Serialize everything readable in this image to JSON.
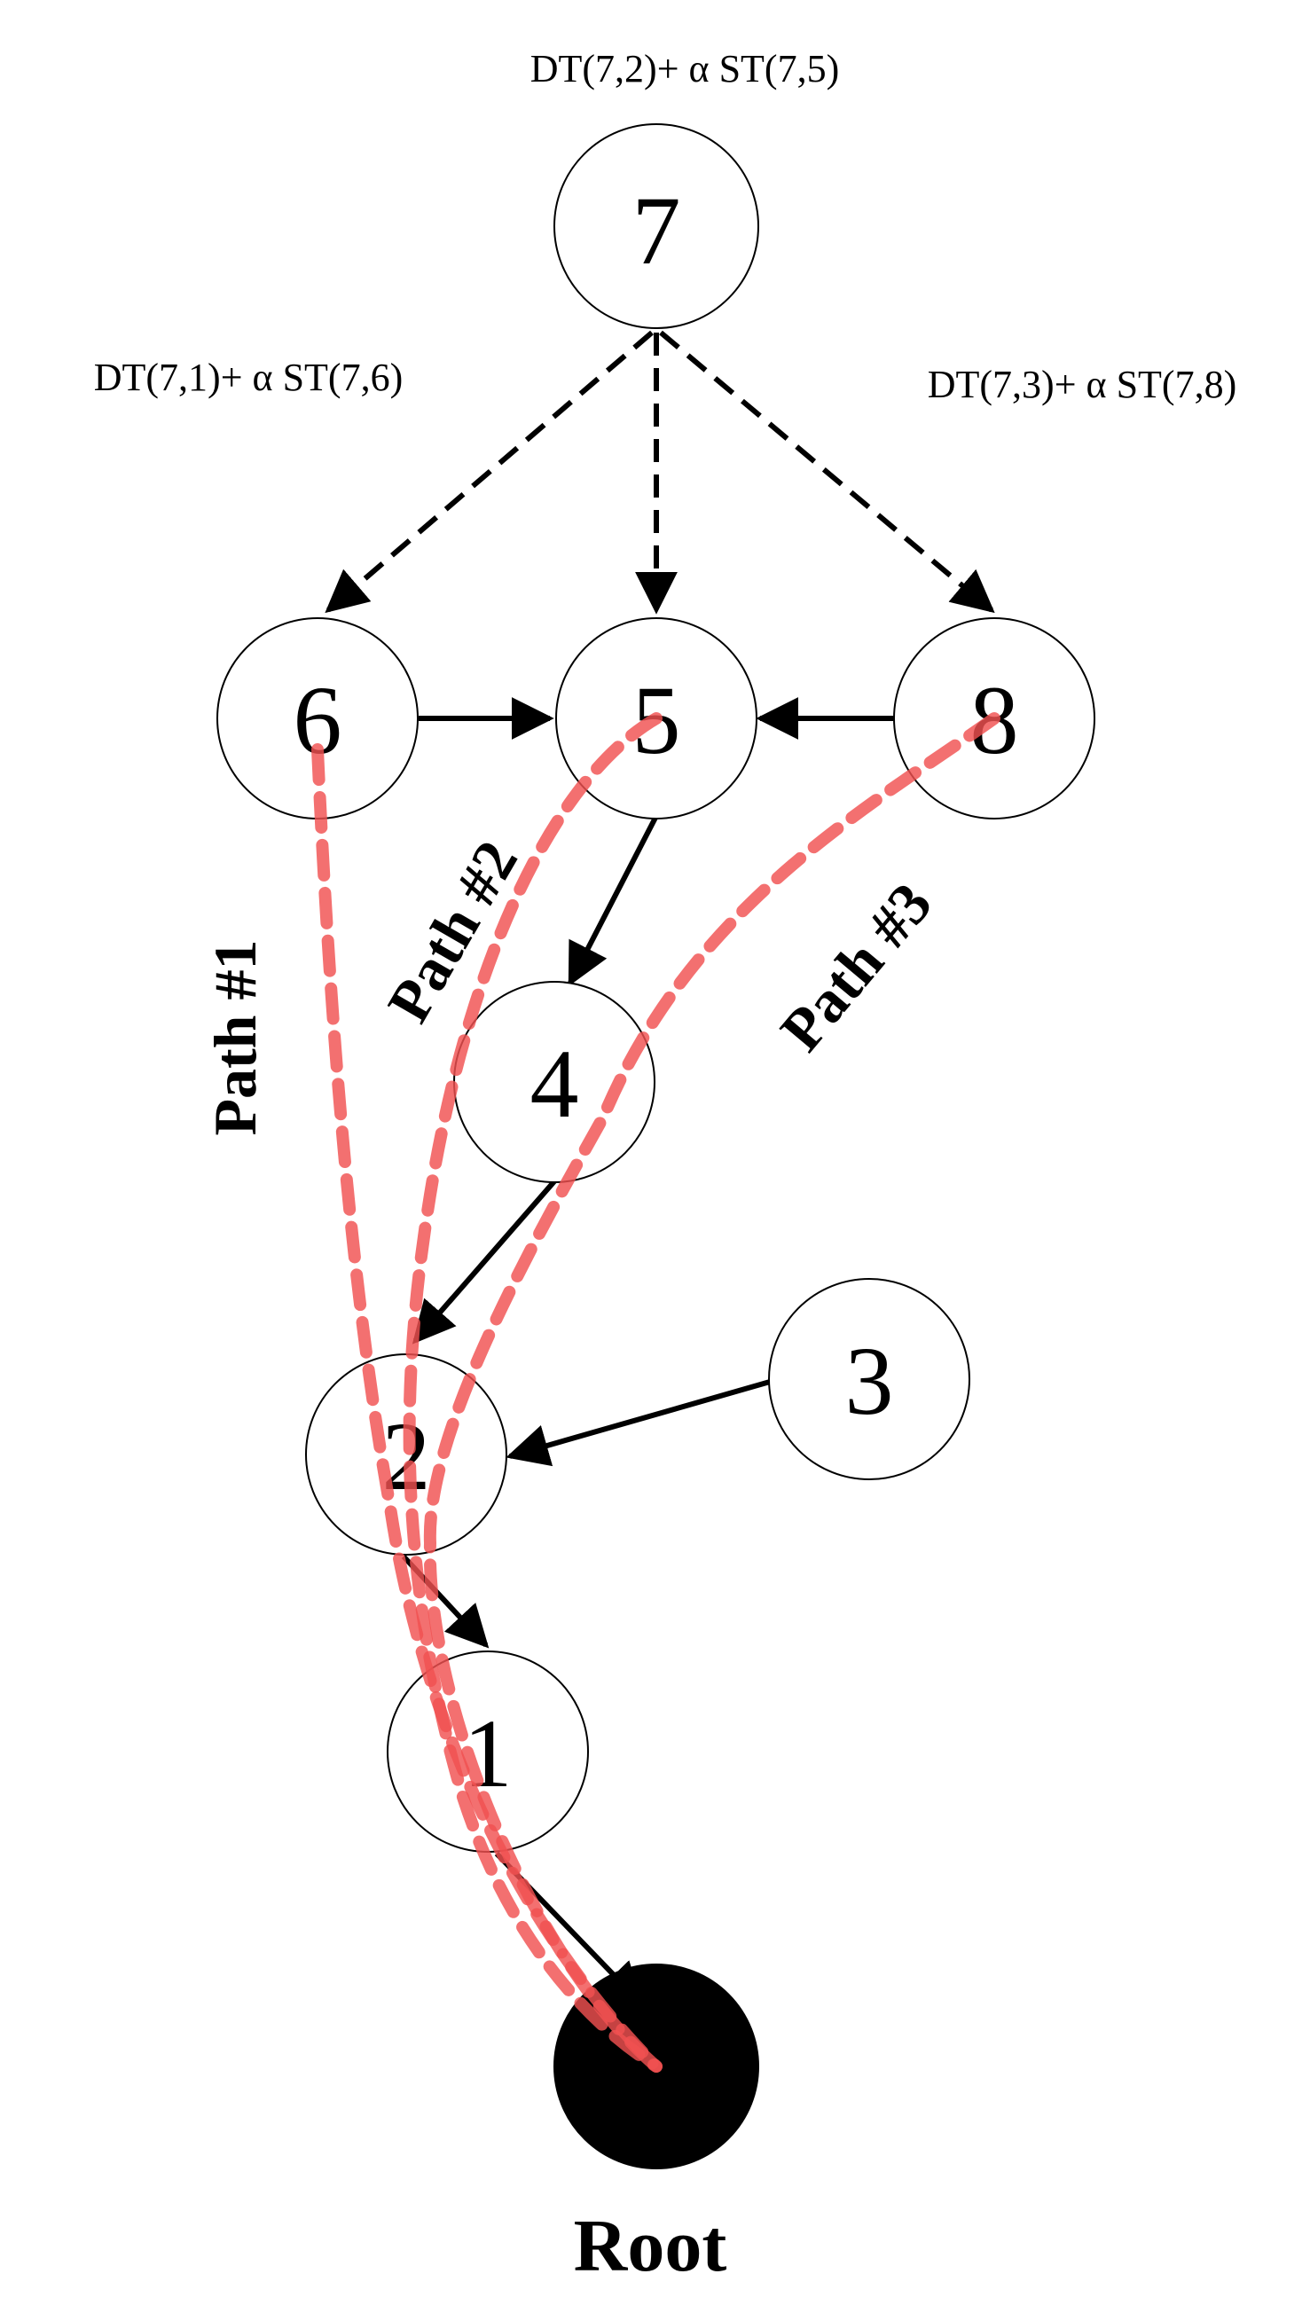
{
  "colors": {
    "route": "#f05050",
    "node_stroke": "#000000",
    "root_fill": "#000000"
  },
  "nodes": [
    {
      "id": "7",
      "label": "7"
    },
    {
      "id": "6",
      "label": "6"
    },
    {
      "id": "5",
      "label": "5"
    },
    {
      "id": "8",
      "label": "8"
    },
    {
      "id": "4",
      "label": "4"
    },
    {
      "id": "3",
      "label": "3"
    },
    {
      "id": "2",
      "label": "2"
    },
    {
      "id": "1",
      "label": "1"
    },
    {
      "id": "root",
      "label": "Root"
    }
  ],
  "cost_labels": {
    "to_5": "DT(7,2)+ α ST(7,5)",
    "to_6": "DT(7,1)+ α ST(7,6)",
    "to_8": "DT(7,3)+ α ST(7,8)"
  },
  "path_labels": {
    "path1": "Path #1",
    "path2": "Path #2",
    "path3": "Path #3"
  },
  "edges": [
    {
      "from": "7",
      "to": "6",
      "style": "dashed"
    },
    {
      "from": "7",
      "to": "5",
      "style": "dashed"
    },
    {
      "from": "7",
      "to": "8",
      "style": "dashed"
    },
    {
      "from": "6",
      "to": "5",
      "style": "solid"
    },
    {
      "from": "8",
      "to": "5",
      "style": "solid"
    },
    {
      "from": "5",
      "to": "4",
      "style": "solid"
    },
    {
      "from": "4",
      "to": "2",
      "style": "solid"
    },
    {
      "from": "3",
      "to": "2",
      "style": "solid"
    },
    {
      "from": "2",
      "to": "1",
      "style": "solid"
    },
    {
      "from": "1",
      "to": "root",
      "style": "solid"
    }
  ],
  "routes": [
    {
      "name": "path1",
      "nodes": [
        "6",
        "2",
        "1",
        "root"
      ]
    },
    {
      "name": "path2",
      "nodes": [
        "5",
        "4",
        "2",
        "1",
        "root"
      ]
    },
    {
      "name": "path3",
      "nodes": [
        "8",
        "4",
        "2",
        "1",
        "root"
      ]
    }
  ]
}
